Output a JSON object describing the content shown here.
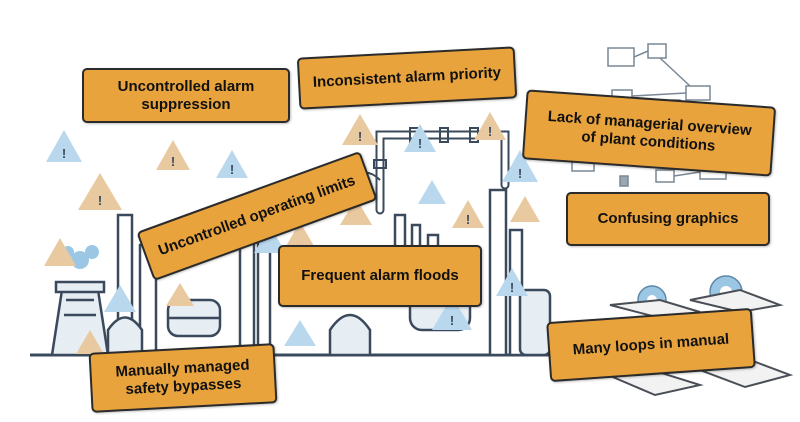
{
  "colors": {
    "label_fill": "#e9a33d",
    "label_border": "#2b2b2b",
    "plant_line": "#3a4a5c",
    "plant_fill_light": "#e6edf3",
    "warning_blue": "#9cc7e4",
    "warning_tan": "#e9c9a0"
  },
  "icons": [
    "factory-illustration",
    "warning-triangle-icon",
    "network-diagram-icon",
    "book-icon",
    "gear-icon"
  ],
  "labels": {
    "uncontrolled_suppression": "Uncontrolled alarm\nsuppression",
    "inconsistent_priority": "Inconsistent alarm priority",
    "managerial_overview": "Lack of managerial overview\nof plant conditions",
    "operating_limits": "Uncontrolled operating limits",
    "confusing_graphics": "Confusing graphics",
    "alarm_floods": "Frequent alarm floods",
    "safety_bypasses": "Manually managed\nsafety bypasses",
    "loops_manual": "Many loops in manual"
  }
}
